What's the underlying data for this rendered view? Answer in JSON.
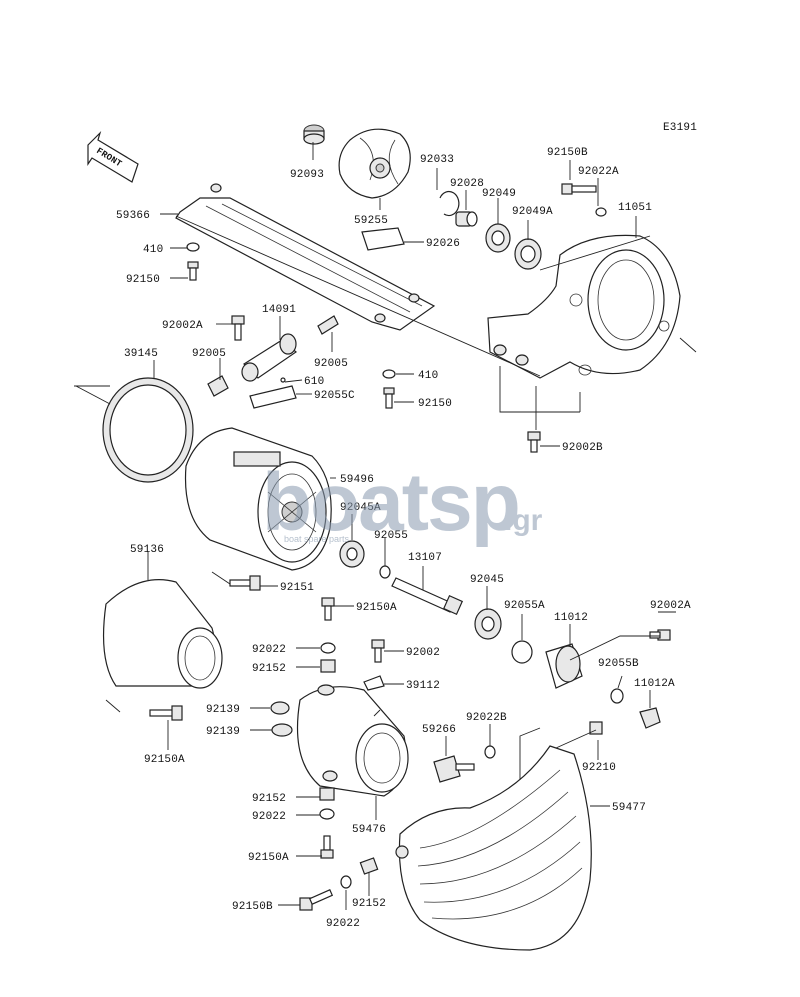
{
  "diagram_code": "E3191",
  "front_tag": "FRONT",
  "watermark": {
    "brand": "boatsp",
    "tld": ".gr",
    "subtitle": "boat spare parts"
  },
  "labels": [
    {
      "id": "92093",
      "text": "92093"
    },
    {
      "id": "59255",
      "text": "59255"
    },
    {
      "id": "92033",
      "text": "92033"
    },
    {
      "id": "92028",
      "text": "92028"
    },
    {
      "id": "92049",
      "text": "92049"
    },
    {
      "id": "92049A",
      "text": "92049A"
    },
    {
      "id": "92150B_top",
      "text": "92150B"
    },
    {
      "id": "92022A",
      "text": "92022A"
    },
    {
      "id": "11051",
      "text": "11051"
    },
    {
      "id": "59366",
      "text": "59366"
    },
    {
      "id": "410_top",
      "text": "410"
    },
    {
      "id": "92150_top",
      "text": "92150"
    },
    {
      "id": "92026",
      "text": "92026"
    },
    {
      "id": "92002A_left",
      "text": "92002A"
    },
    {
      "id": "14091",
      "text": "14091"
    },
    {
      "id": "39145",
      "text": "39145"
    },
    {
      "id": "92005_left",
      "text": "92005"
    },
    {
      "id": "92005_right",
      "text": "92005"
    },
    {
      "id": "610",
      "text": "610"
    },
    {
      "id": "92055C",
      "text": "92055C"
    },
    {
      "id": "410_mid",
      "text": "410"
    },
    {
      "id": "92150_mid",
      "text": "92150"
    },
    {
      "id": "92002B",
      "text": "92002B"
    },
    {
      "id": "59496",
      "text": "59496"
    },
    {
      "id": "92045A",
      "text": "92045A"
    },
    {
      "id": "92055",
      "text": "92055"
    },
    {
      "id": "13107",
      "text": "13107"
    },
    {
      "id": "59136",
      "text": "59136"
    },
    {
      "id": "92151",
      "text": "92151"
    },
    {
      "id": "92150A_mid",
      "text": "92150A"
    },
    {
      "id": "92045",
      "text": "92045"
    },
    {
      "id": "92055A",
      "text": "92055A"
    },
    {
      "id": "11012",
      "text": "11012"
    },
    {
      "id": "92002A_right",
      "text": "92002A"
    },
    {
      "id": "92022_a",
      "text": "92022"
    },
    {
      "id": "92002",
      "text": "92002"
    },
    {
      "id": "92152_a",
      "text": "92152"
    },
    {
      "id": "39112",
      "text": "39112"
    },
    {
      "id": "92055B",
      "text": "92055B"
    },
    {
      "id": "11012A",
      "text": "11012A"
    },
    {
      "id": "92139_a",
      "text": "92139"
    },
    {
      "id": "92139_b",
      "text": "92139"
    },
    {
      "id": "92150A_left",
      "text": "92150A"
    },
    {
      "id": "59266",
      "text": "59266"
    },
    {
      "id": "92022B",
      "text": "92022B"
    },
    {
      "id": "92210",
      "text": "92210"
    },
    {
      "id": "92152_b",
      "text": "92152"
    },
    {
      "id": "59477",
      "text": "59477"
    },
    {
      "id": "92022_b",
      "text": "92022"
    },
    {
      "id": "59476",
      "text": "59476"
    },
    {
      "id": "92150A_bottom",
      "text": "92150A"
    },
    {
      "id": "92150B_bottom",
      "text": "92150B"
    },
    {
      "id": "92152_c",
      "text": "92152"
    },
    {
      "id": "92022_c",
      "text": "92022"
    }
  ]
}
